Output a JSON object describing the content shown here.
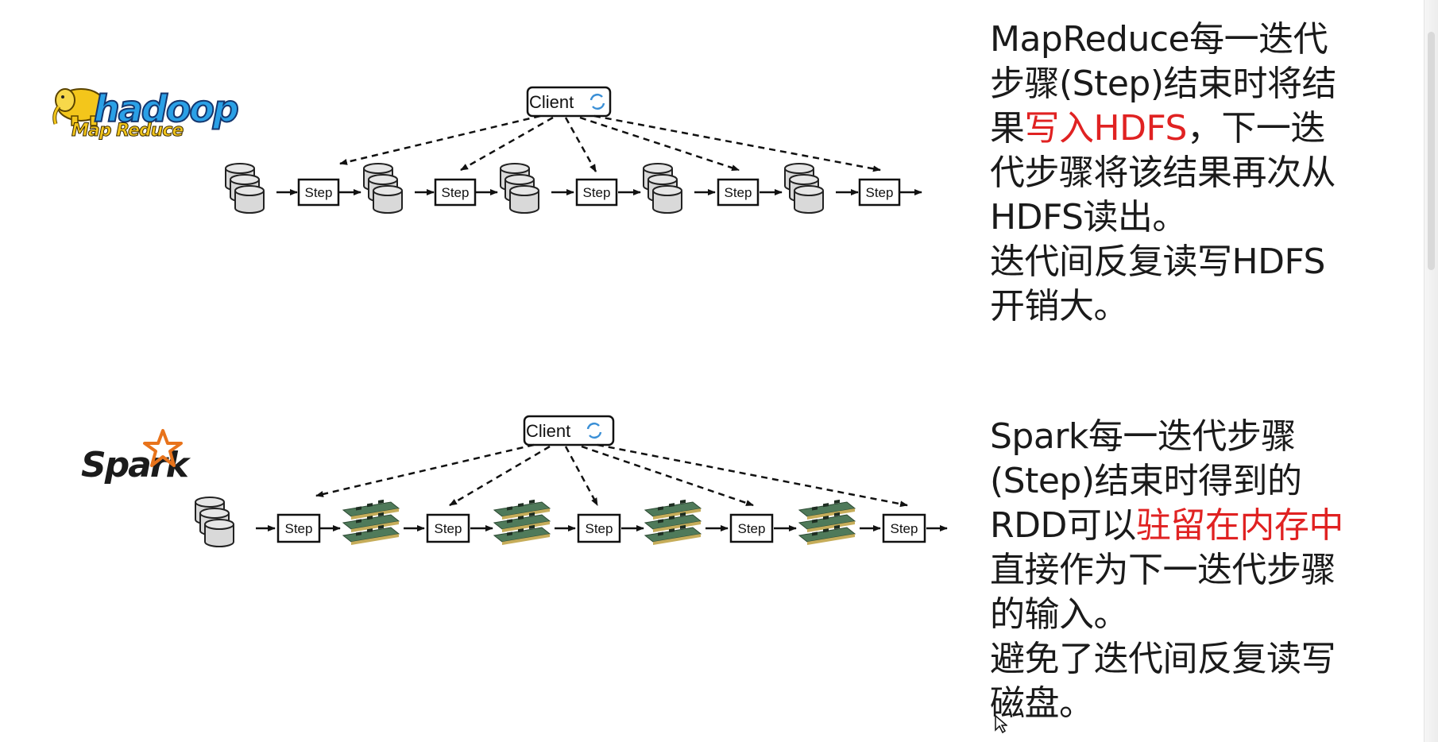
{
  "hadoop_diagram": {
    "client_label": "Client",
    "step_label": "Step",
    "logo": {
      "word": "hadoop",
      "sub": "Map Reduce"
    }
  },
  "spark_diagram": {
    "client_label": "Client",
    "step_label": "Step",
    "logo": {
      "word": "Spark"
    }
  },
  "hadoop_text": {
    "line1": "MapReduce每一迭代",
    "line2": "步骤(Step)结束时将结",
    "line3_pre": "果",
    "line3_highlight": "写入HDFS",
    "line3_post": "，下一迭",
    "line4": "代步骤将该结果再次从",
    "line5": "HDFS读出。",
    "line6": "迭代间反复读写HDFS",
    "line7": "开销大。"
  },
  "spark_text": {
    "line1": "Spark每一迭代步骤",
    "line2": "(Step)结束时得到的",
    "line3_pre": "RDD可以",
    "line3_highlight": "驻留在内存中",
    "line4": "直接作为下一迭代步骤",
    "line5": "的输入。",
    "line6": "避免了迭代间反复读写",
    "line7": "磁盘。"
  },
  "colors": {
    "highlight": "#e02222",
    "text": "#1a1a1a",
    "disk_fill": "#d9d9d9",
    "memory_green": "#4f7a5a",
    "refresh_icon": "#3a8fd6",
    "spark_star": "#e8731b",
    "hadoop_blue": "#2aa0e6",
    "hadoop_yellow": "#f3c61b"
  }
}
